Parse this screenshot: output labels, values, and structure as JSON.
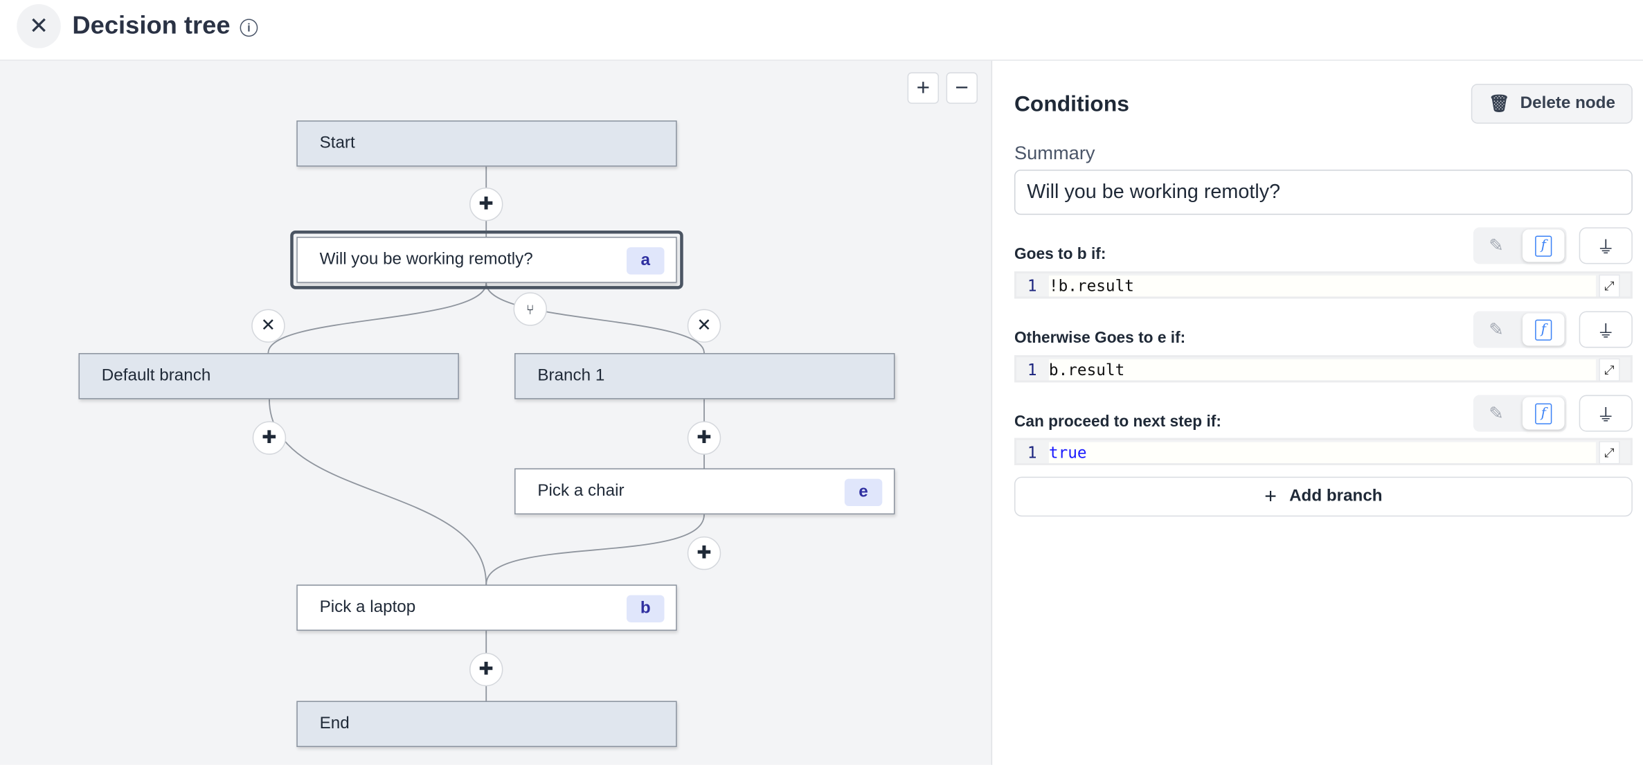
{
  "header": {
    "title": "Decision tree",
    "close_icon": "close-icon",
    "info_icon": "info-icon"
  },
  "canvas": {
    "zoom_in": "+",
    "zoom_out": "−",
    "nodes": {
      "start": {
        "label": "Start"
      },
      "question": {
        "label": "Will you be working remotly?",
        "badge": "a"
      },
      "default_branch": {
        "label": "Default branch"
      },
      "branch1": {
        "label": "Branch 1"
      },
      "chair": {
        "label": "Pick a chair",
        "badge": "e"
      },
      "laptop": {
        "label": "Pick a laptop",
        "badge": "b"
      },
      "end": {
        "label": "End"
      }
    }
  },
  "panel": {
    "title": "Conditions",
    "delete_label": "Delete node",
    "summary_label": "Summary",
    "summary_value": "Will you be working remotly?",
    "conditions": [
      {
        "label": "Goes to b if:",
        "line": "1",
        "code": "!b.result"
      },
      {
        "label": "Otherwise Goes to e if:",
        "line": "1",
        "code": "b.result"
      },
      {
        "label": "Can proceed to next step if:",
        "line": "1",
        "code": "true"
      }
    ],
    "add_branch_label": "Add branch",
    "colors": {
      "keyword": "#1a1aff",
      "accent": "#3b82f6"
    }
  }
}
